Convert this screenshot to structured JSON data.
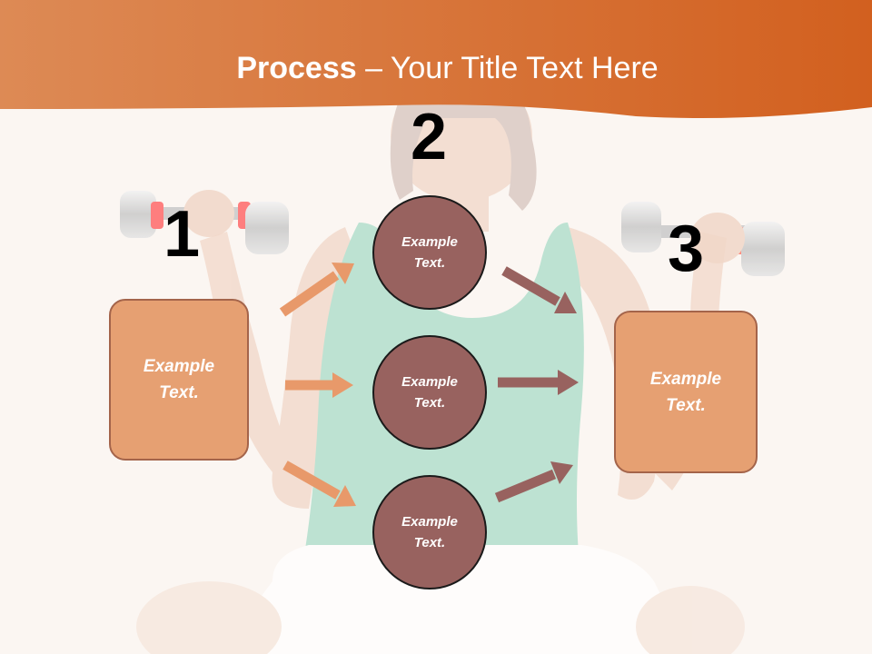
{
  "slide": {
    "title_bold": "Process",
    "title_rest": " – Your Title Text Here",
    "steps": [
      "1",
      "2",
      "3"
    ],
    "left_box": "Example\nText.",
    "circles": [
      "Example\nText.",
      "Example\nText.",
      "Example\nText."
    ],
    "right_box": "Example\nText."
  },
  "colors": {
    "header_orange": "#d9692c",
    "box_fill": "#e6a072",
    "circle_fill": "#98625f",
    "arrow_light": "#e8996a",
    "arrow_dark": "#98625f",
    "background": "#fbf6f2"
  }
}
